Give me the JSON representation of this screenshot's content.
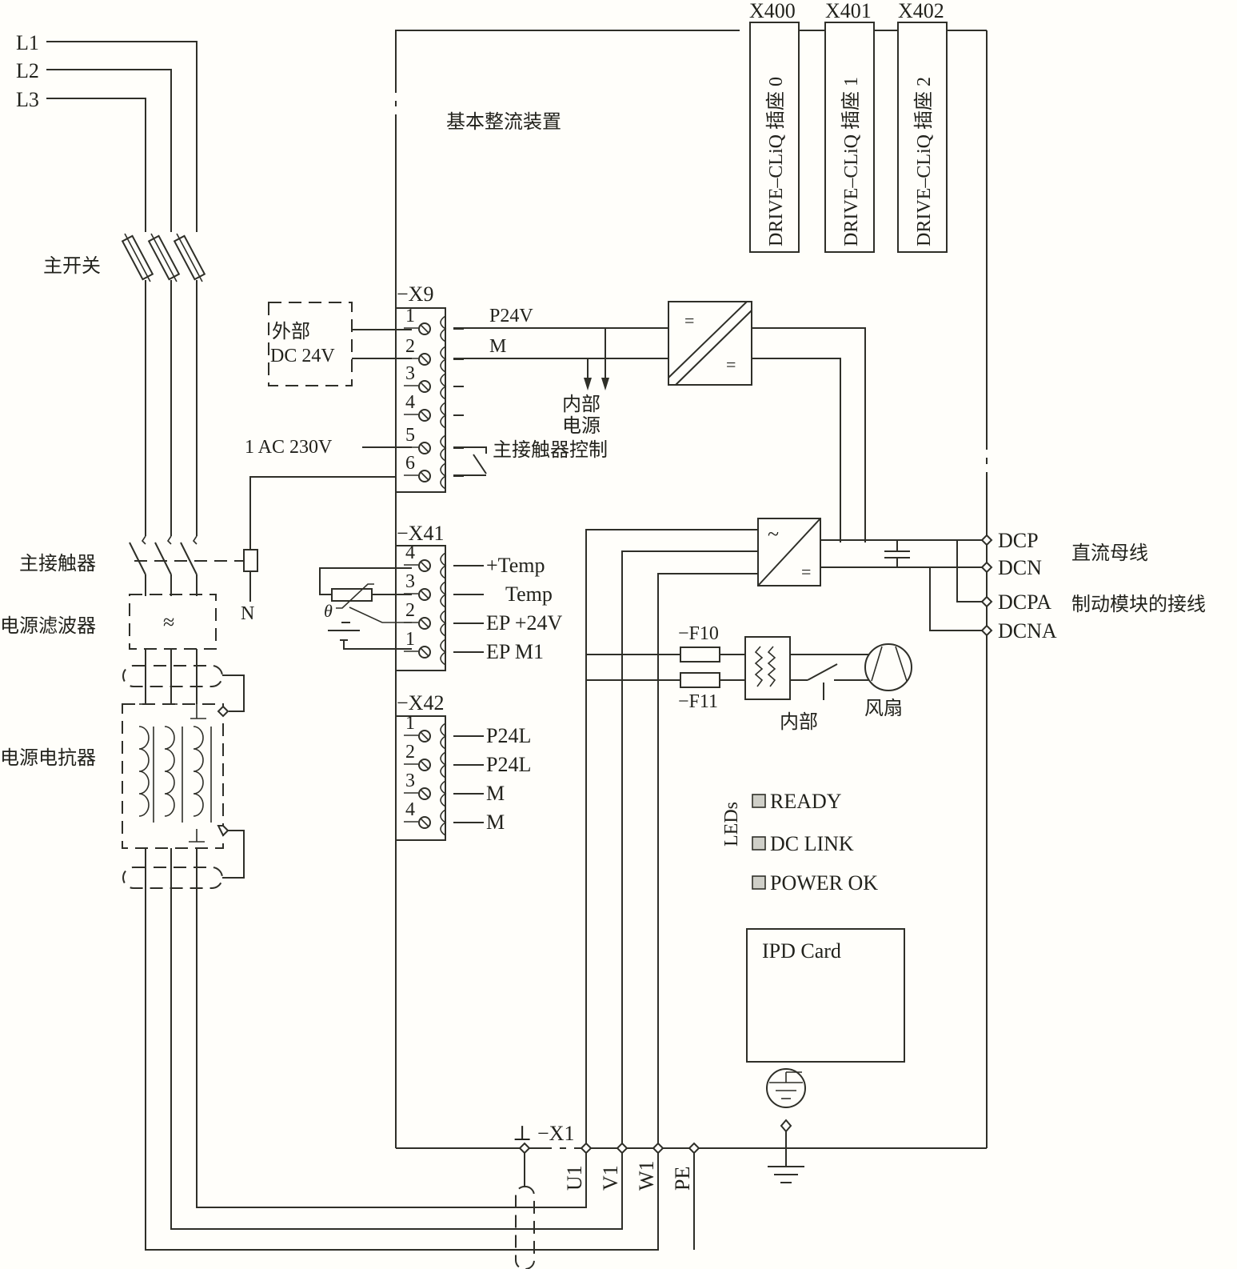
{
  "diagram": {
    "title": "基本整流装置",
    "supply_lines": [
      "L1",
      "L2",
      "L3"
    ],
    "left_components": {
      "main_switch": "主开关",
      "main_contactor": "主接触器",
      "line_filter": "电源滤波器",
      "line_filter_symbol": "≈",
      "line_reactor": "电源电抗器",
      "neutral": "N"
    },
    "external_supply": {
      "line1": "外部",
      "line2": "DC 24V"
    },
    "ac_supply": "1 AC 230V",
    "drive_cliq": [
      {
        "connector": "X400",
        "label": "DRIVE–CLiQ 插座 0"
      },
      {
        "connector": "X401",
        "label": "DRIVE–CLiQ 插座 1"
      },
      {
        "connector": "X402",
        "label": "DRIVE–CLiQ 插座 2"
      }
    ],
    "x9": {
      "name": "−X9",
      "pins": [
        "1",
        "2",
        "3",
        "4",
        "5",
        "6"
      ],
      "signals": {
        "p24v": "P24V",
        "m": "M"
      },
      "internal_supply": [
        "内部",
        "电源"
      ],
      "contactor_control": "主接触器控制"
    },
    "dcdc_symbols": {
      "in": "=",
      "out": "="
    },
    "rectifier_symbols": {
      "in": "~",
      "out": "="
    },
    "x41": {
      "name": "−X41",
      "pins": [
        {
          "num": "4",
          "signal": "+Temp"
        },
        {
          "num": "3",
          "signal": "Temp"
        },
        {
          "num": "2",
          "signal": "EP +24V"
        },
        {
          "num": "1",
          "signal": "EP M1"
        }
      ],
      "theta": "θ"
    },
    "x42": {
      "name": "−X42",
      "pins": [
        {
          "num": "1",
          "signal": "P24L"
        },
        {
          "num": "2",
          "signal": "P24L"
        },
        {
          "num": "3",
          "signal": "M"
        },
        {
          "num": "4",
          "signal": "M"
        }
      ]
    },
    "dc_terminals": [
      "DCP",
      "DCN",
      "DCPA",
      "DCNA"
    ],
    "dc_bus_label": "直流母线",
    "brake_module_label": "制动模块的接线",
    "fuses": [
      "−F10",
      "−F11"
    ],
    "fan_internal": "内部",
    "fan": "风扇",
    "leds": {
      "title": "LEDs",
      "items": [
        "READY",
        "DC LINK",
        "POWER OK"
      ],
      "color": "#cfcfc8"
    },
    "ipd_card": "IPD Card",
    "x1": {
      "name": "−X1",
      "ground_mark": "⊥",
      "terminals": [
        "U1",
        "V1",
        "W1",
        "PE"
      ]
    }
  }
}
